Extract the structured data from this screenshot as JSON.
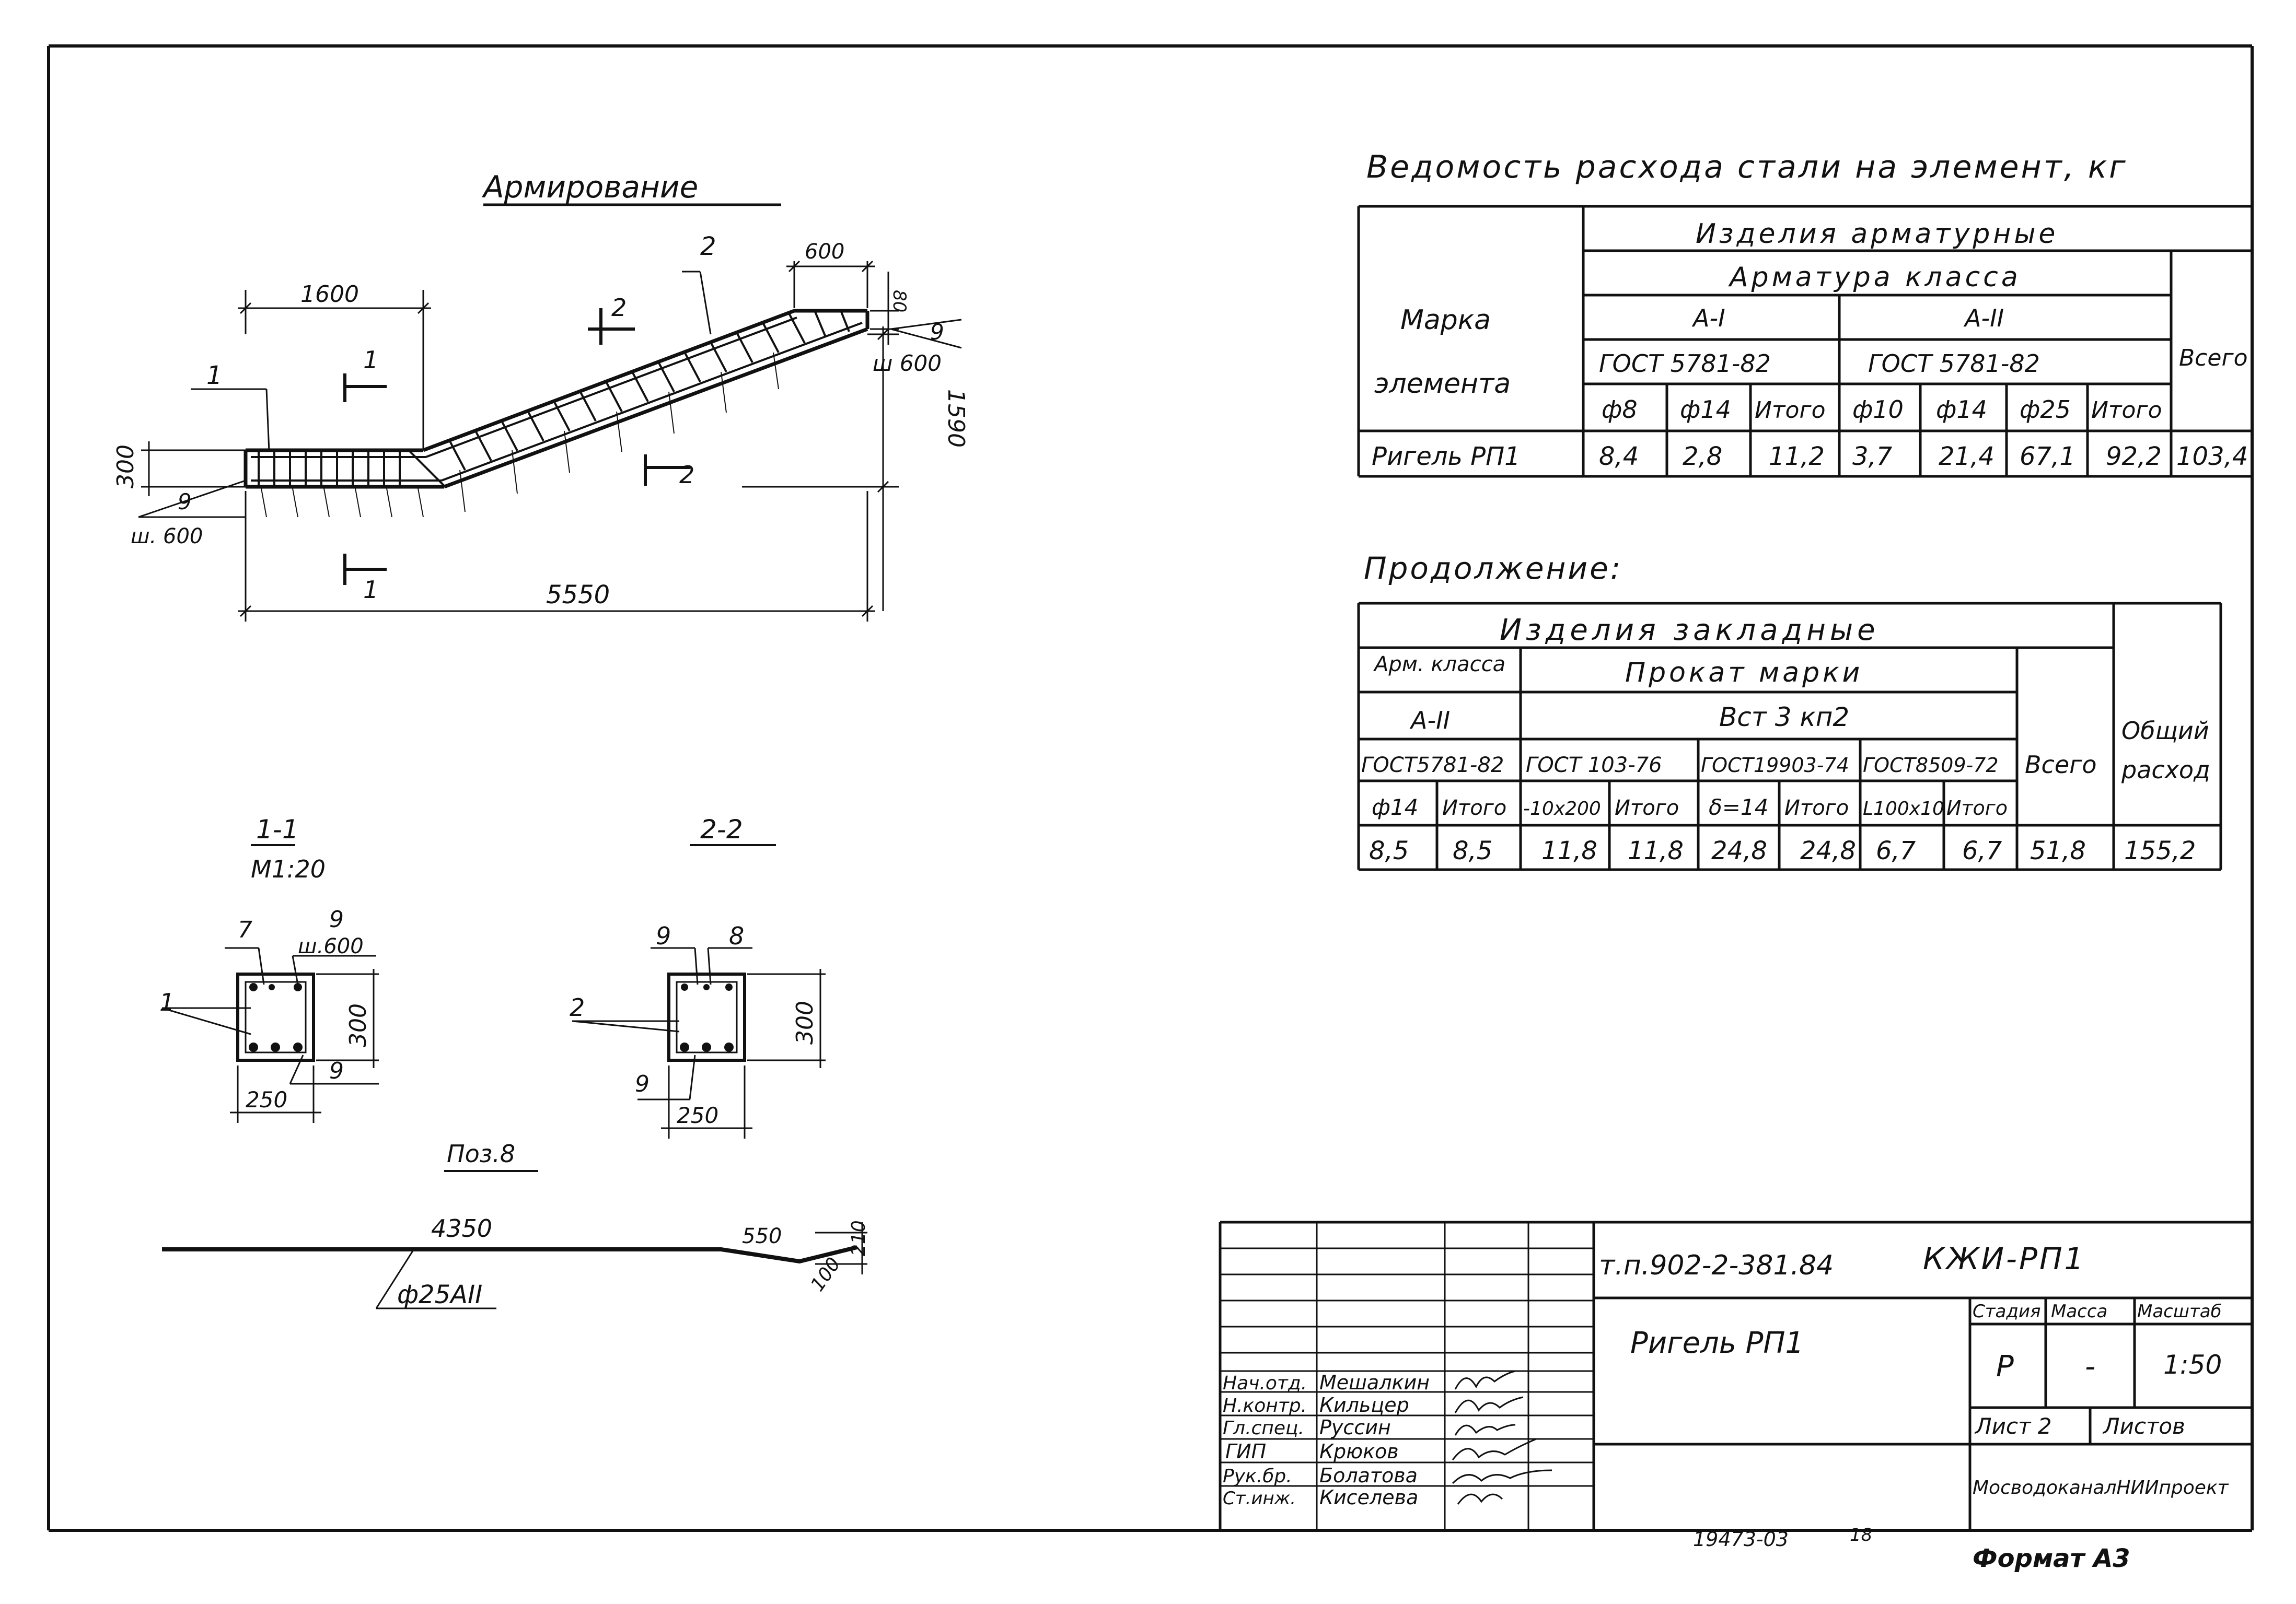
{
  "drawing": {
    "title": "Армирование",
    "dims": {
      "d1600": "1600",
      "d600": "600",
      "d80": "80",
      "d1590": "1590",
      "d300": "300",
      "d5550": "5550",
      "note_9_r": "9",
      "note_sh600_r": "ш 600",
      "note_9_l": "9",
      "note_sh600_l": "ш. 600"
    },
    "positions": {
      "p1": "1",
      "p2": "2"
    },
    "section_marks": {
      "s1_top": "1",
      "s1_bot": "1",
      "s2_top": "2",
      "s2_bot": "2"
    }
  },
  "sections": {
    "s11": {
      "title": "1-1",
      "scale": "М1:20",
      "p7": "7",
      "p9": "9",
      "sh600": "ш.600",
      "p1": "1",
      "d300": "300",
      "d250": "250",
      "p9b": "9"
    },
    "s22": {
      "title": "2-2",
      "p9": "9",
      "p8": "8",
      "p2": "2",
      "d300": "300",
      "d250": "250",
      "p9b": "9"
    }
  },
  "pos8": {
    "title": "Поз.8",
    "d4350": "4350",
    "d550": "550",
    "d210": "210",
    "d100": "100",
    "bar": "ф25АII"
  },
  "steel_table": {
    "caption": "Ведомость расхода стали на элемент, кг",
    "h_izd": "Изделия арматурные",
    "h_arm": "Арматура класса",
    "h_marka1": "Марка",
    "h_marka2": "элемента",
    "h_AI": "А-I",
    "h_AII": "А-II",
    "h_gost1": "ГОСТ 5781-82",
    "h_gost2": "ГОСТ 5781-82",
    "h_vsego": "Всего",
    "cols": [
      "ф8",
      "ф14",
      "Итого",
      "ф10",
      "ф14",
      "ф25",
      "Итого"
    ],
    "row": [
      "Ригель РП1",
      "8,4",
      "2,8",
      "11,2",
      "3,7",
      "21,4",
      "67,1",
      "92,2",
      "103,4"
    ]
  },
  "cont_table": {
    "caption": "Продолжение:",
    "h_izd": "Изделия закладные",
    "h_arm": "Арм. класса",
    "h_prokat": "Прокат марки",
    "h_AII": "А-II",
    "h_vst": "Вст 3 кп2",
    "gosts": [
      "ГОСТ5781-82",
      "ГОСТ 103-76",
      "ГОСТ19903-74",
      "ГОСТ8509-72"
    ],
    "h_vsego": "Всего",
    "h_total1": "Общий",
    "h_total2": "расход",
    "cols": [
      "ф14",
      "Итого",
      "-10х200",
      "Итого",
      "δ=14",
      "Итого",
      "L100х10",
      "Итого"
    ],
    "row": [
      "8,5",
      "8,5",
      "11,8",
      "11,8",
      "24,8",
      "24,8",
      "6,7",
      "6,7",
      "51,8",
      "155,2"
    ]
  },
  "title_block": {
    "project": "т.п.902-2-381.84",
    "code": "КЖИ-РП1",
    "name": "Ригель РП1",
    "h_stage": "Стадия",
    "h_mass": "Масса",
    "h_scale": "Масштаб",
    "stage": "Р",
    "mass": "-",
    "scale": "1:50",
    "sheet": "Лист 2",
    "sheets": "Листов",
    "org": "МосводоканалНИИпроект",
    "roles": [
      "Нач.отд.",
      "Н.контр.",
      "Гл.спец.",
      "ГИП",
      "Рук.бр.",
      "Ст.инж."
    ],
    "names": [
      "Мешалкин",
      "Кильцер",
      "Руссин",
      "Крюков",
      "Болатова",
      "Киселева"
    ]
  },
  "footer": {
    "inv": "19473-03",
    "sheet_no": "18",
    "format": "Формат А3"
  }
}
